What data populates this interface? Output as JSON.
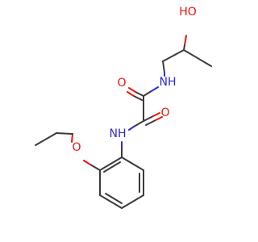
{
  "molecule": {
    "atoms": {
      "oh": {
        "text": "HO",
        "element": "O"
      },
      "nh_top": {
        "text": "NH",
        "element": "N"
      },
      "o_upper": {
        "text": "O",
        "element": "O"
      },
      "o_lower": {
        "text": "O",
        "element": "O"
      },
      "nh_left": {
        "text": "NH",
        "element": "N"
      },
      "o_ether": {
        "text": "O",
        "element": "O"
      }
    },
    "colors": {
      "carbon_bond": "#3a3a3a",
      "oxygen": "#e8160c",
      "nitrogen": "#2b2bdc"
    }
  }
}
